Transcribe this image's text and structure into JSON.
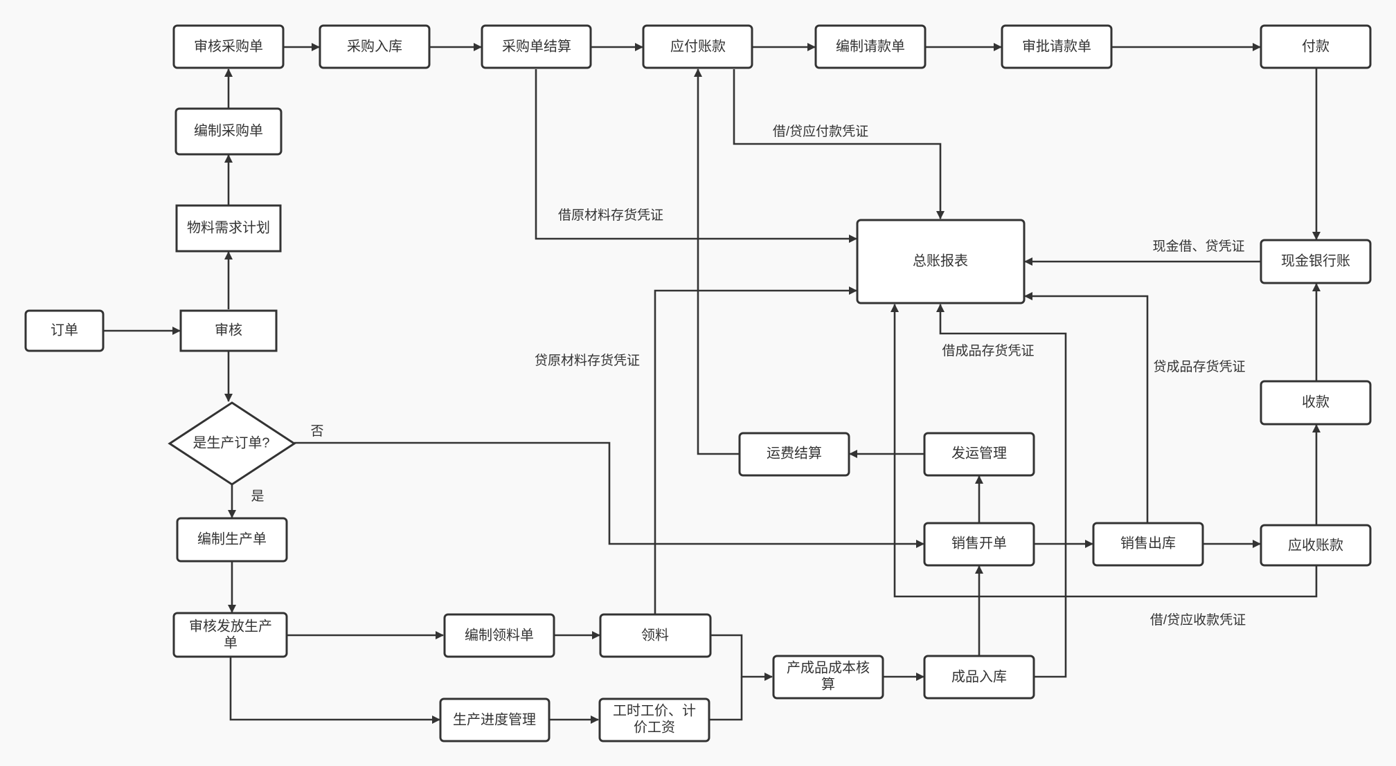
{
  "nodes": {
    "shenhe_caigoudan": "审核采购单",
    "caigou_ruku": "采购入库",
    "caigoudan_jiesuan": "采购单结算",
    "yingfu_zhangkuan": "应付账款",
    "bianzhi_qingkuandan": "编制请款单",
    "shenpi_qingkuandan": "审批请款单",
    "fukuan": "付款",
    "bianzhi_caigoudan": "编制采购单",
    "wuliao_xuqiu_jihua": "物料需求计划",
    "dingdan": "订单",
    "shenhe": "审核",
    "shifou_shengchan": "是生产订单?",
    "zongzhang_baobiao": "总账报表",
    "xianjin_yinhangzhang": "现金银行账",
    "shoukuan": "收款",
    "yunfei_jiesuan": "运费结算",
    "fayun_guanli": "发运管理",
    "bianzhi_shengchandan": "编制生产单",
    "xiaoshou_kaidan": "销售开单",
    "xiaoshou_chuku": "销售出库",
    "yingshou_zhangkuan": "应收账款",
    "shenhe_fafang": [
      "审核发放生产",
      "单"
    ],
    "bianzhi_lingliaodan": "编制领料单",
    "lingliao": "领料",
    "chengpin_chengben": [
      "产成品成本核",
      "算"
    ],
    "chengpin_ruku": "成品入库",
    "shengchan_jindu": "生产进度管理",
    "gongshi_gongjia": [
      "工时工价、计",
      "价工资"
    ]
  },
  "edge_labels": {
    "jie_yingfu": "借/贷应付款凭证",
    "jie_yuancailiao": "借原材料存货凭证",
    "dai_yuancailiao": "贷原材料存货凭证",
    "xianjin_pingzheng": "现金借、贷凭证",
    "jie_chengpin": "借成品存货凭证",
    "dai_chengpin": "贷成品存货凭证",
    "fou": "否",
    "shi": "是",
    "yingshou_pingzheng": "借/贷应收款凭证"
  },
  "colors": {
    "background": "#f9f9f9",
    "box_fill": "#ffffff",
    "stroke": "#333333",
    "text": "#333333"
  }
}
